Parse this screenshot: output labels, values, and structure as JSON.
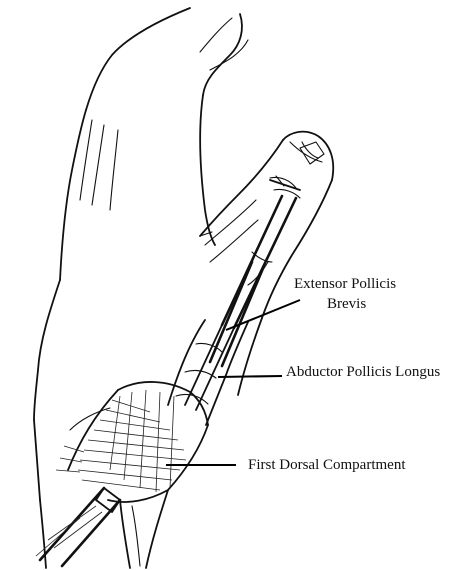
{
  "figure": {
    "colors": {
      "ink": "#111111",
      "background": "#ffffff"
    },
    "labels": {
      "epb_line1": "Extensor Pollicis",
      "epb_line2": "Brevis",
      "apl": "Abductor Pollicis Longus",
      "first_dorsal": "First Dorsal Compartment"
    }
  }
}
